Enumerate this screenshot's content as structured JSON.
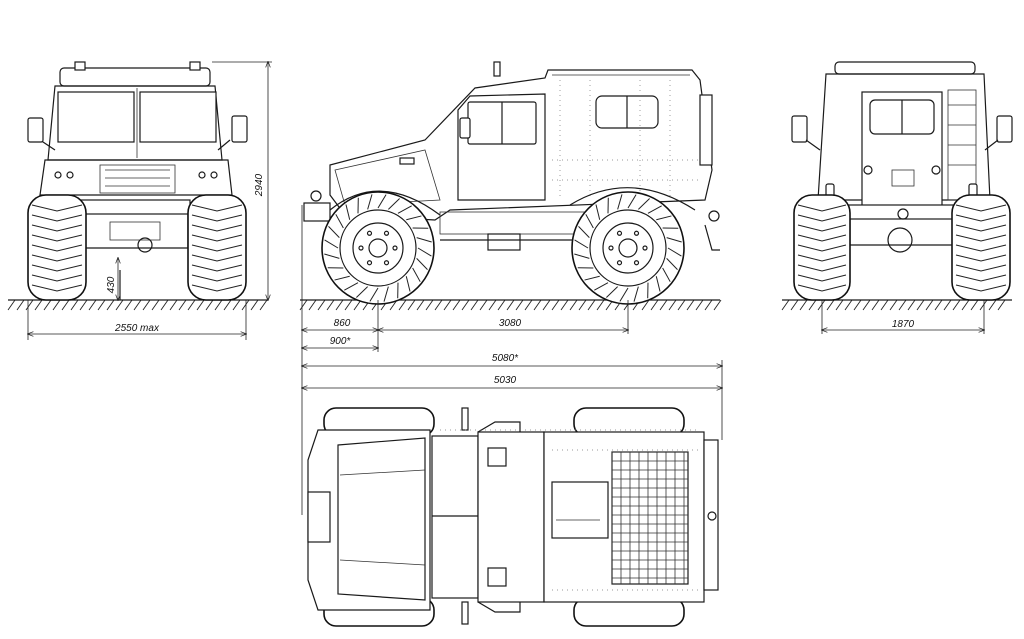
{
  "dimensions": {
    "front_width": "2550 max",
    "front_height": "2940",
    "ground_clearance": "430",
    "front_overhang": "860",
    "front_overhang_alt": "900*",
    "wheelbase": "3080",
    "total_length_alt": "5080*",
    "total_length": "5030",
    "rear_track": "1870"
  }
}
